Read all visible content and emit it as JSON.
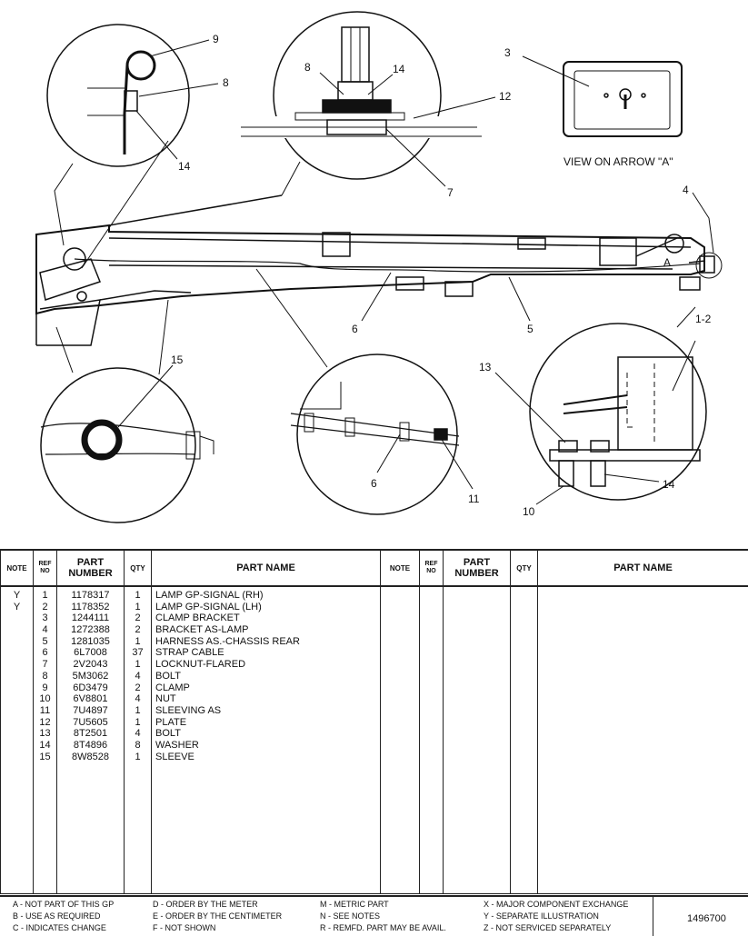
{
  "illustration": {
    "view_caption": "VIEW ON ARROW \"A\"",
    "arrow_label": "A",
    "callouts": [
      "9",
      "8",
      "14",
      "8",
      "14",
      "12",
      "7",
      "3",
      "4",
      "1-2",
      "6",
      "5",
      "15",
      "13",
      "14",
      "10",
      "6",
      "11"
    ]
  },
  "table": {
    "headers": {
      "note": "NOTE",
      "ref_no": "REF NO",
      "part_number": "PART NUMBER",
      "qty": "QTY",
      "part_name": "PART NAME"
    },
    "rows": [
      {
        "note": "Y",
        "ref": "1",
        "part": "1178317",
        "qty": "1",
        "name": "LAMP GP-SIGNAL (RH)"
      },
      {
        "note": "Y",
        "ref": "2",
        "part": "1178352",
        "qty": "1",
        "name": "LAMP GP-SIGNAL (LH)"
      },
      {
        "note": "",
        "ref": "3",
        "part": "1244111",
        "qty": "2",
        "name": "CLAMP BRACKET"
      },
      {
        "note": "",
        "ref": "4",
        "part": "1272388",
        "qty": "2",
        "name": "BRACKET AS-LAMP"
      },
      {
        "note": "",
        "ref": "5",
        "part": "1281035",
        "qty": "1",
        "name": "HARNESS AS.-CHASSIS REAR"
      },
      {
        "note": "",
        "ref": "6",
        "part": "6L7008",
        "qty": "37",
        "name": "STRAP CABLE"
      },
      {
        "note": "",
        "ref": "7",
        "part": "2V2043",
        "qty": "1",
        "name": "LOCKNUT-FLARED"
      },
      {
        "note": "",
        "ref": "8",
        "part": "5M3062",
        "qty": "4",
        "name": "BOLT"
      },
      {
        "note": "",
        "ref": "9",
        "part": "6D3479",
        "qty": "2",
        "name": "CLAMP"
      },
      {
        "note": "",
        "ref": "10",
        "part": "6V8801",
        "qty": "4",
        "name": "NUT"
      },
      {
        "note": "",
        "ref": "11",
        "part": "7U4897",
        "qty": "1",
        "name": "SLEEVING AS"
      },
      {
        "note": "",
        "ref": "12",
        "part": "7U5605",
        "qty": "1",
        "name": "PLATE"
      },
      {
        "note": "",
        "ref": "13",
        "part": "8T2501",
        "qty": "4",
        "name": "BOLT"
      },
      {
        "note": "",
        "ref": "14",
        "part": "8T4896",
        "qty": "8",
        "name": "WASHER"
      },
      {
        "note": "",
        "ref": "15",
        "part": "8W8528",
        "qty": "1",
        "name": "SLEEVE"
      }
    ]
  },
  "legend": {
    "items": [
      "A - NOT PART OF THIS GP",
      "B - USE AS REQUIRED",
      "C - INDICATES CHANGE",
      "D - ORDER BY THE METER",
      "E - ORDER BY THE CENTIMETER",
      "F - NOT SHOWN",
      "M - METRIC PART",
      "N - SEE NOTES",
      "R - REMFD. PART MAY BE AVAIL.",
      "X - MAJOR COMPONENT EXCHANGE",
      "Y - SEPARATE ILLUSTRATION",
      "Z - NOT SERVICED SEPARATELY"
    ],
    "drawing_number": "1496700"
  }
}
